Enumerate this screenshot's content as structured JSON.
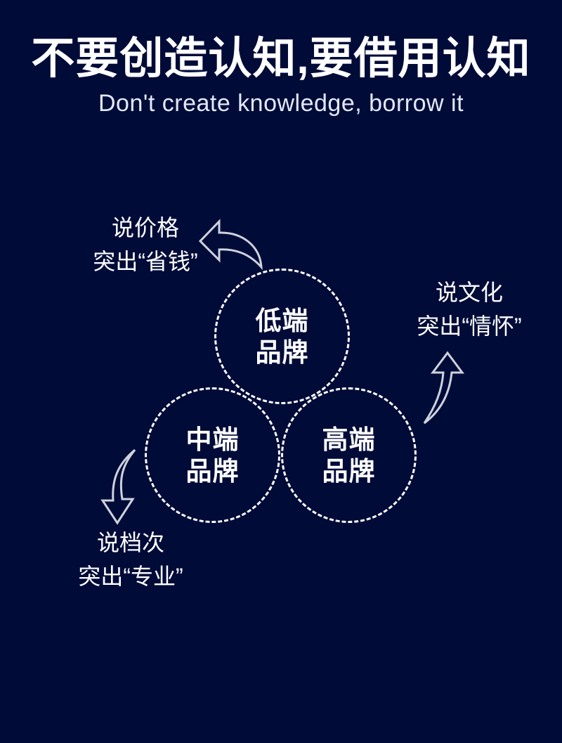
{
  "header": {
    "title": "不要创造认知,要借用认知",
    "subtitle": "Don't create knowledge, borrow it"
  },
  "circles": [
    {
      "id": "low",
      "label": "低端\n品牌"
    },
    {
      "id": "mid",
      "label": "中端\n品牌"
    },
    {
      "id": "high",
      "label": "高端\n品牌"
    }
  ],
  "annotations": [
    {
      "id": "price",
      "text": "说价格\n突出“省钱”",
      "arrow": "curved-arrow-left-icon"
    },
    {
      "id": "culture",
      "text": "说文化\n突出“情怀”",
      "arrow": "curved-arrow-up-icon"
    },
    {
      "id": "tier",
      "text": "说档次\n突出“专业”",
      "arrow": "curved-arrow-down-icon"
    }
  ],
  "colors": {
    "background": "#000b38",
    "title_text": "#ffffff",
    "subtitle_text": "#e2e9f7",
    "circle_stroke": "#ffffff",
    "arrow_stroke": "#cdd2dc",
    "annotation_text": "#ffffff"
  }
}
